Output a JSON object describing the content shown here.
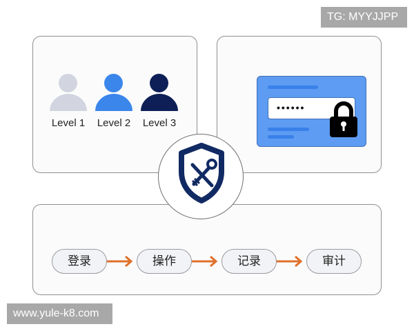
{
  "watermarks": {
    "top_right": "TG: MYYJJPP",
    "bottom_left": "www.yule-k8.com"
  },
  "levels_card": {
    "users": [
      {
        "label": "Level 1",
        "color": "#d2d5df"
      },
      {
        "label": "Level 2",
        "color": "#3b86ea"
      },
      {
        "label": "Level 3",
        "color": "#0d1f56"
      }
    ]
  },
  "password_card": {
    "panel_color": "#5d9cf2",
    "accent_bar_color": "#3a80ea",
    "masked_password": "••••••",
    "icon": "lock-icon"
  },
  "center_badge": {
    "icon": "shield-key-icon",
    "color": "#112a63"
  },
  "flow": {
    "arrow_color": "#e0702a",
    "steps": [
      {
        "label": "登录"
      },
      {
        "label": "操作"
      },
      {
        "label": "记录"
      },
      {
        "label": "审计"
      }
    ]
  }
}
